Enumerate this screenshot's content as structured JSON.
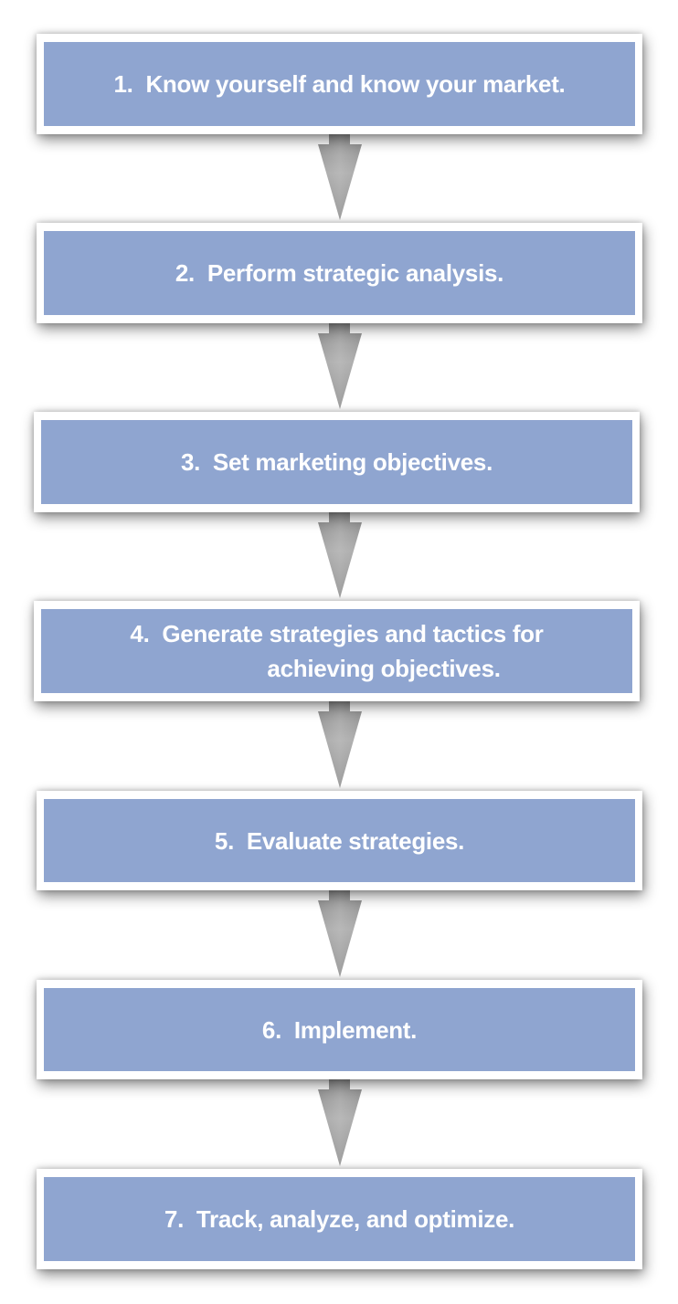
{
  "diagram": {
    "type": "vertical-flowchart",
    "colors": {
      "box_fill": "#8fa5d0",
      "box_border": "#ffffff",
      "text": "#ffffff",
      "arrow_dark": "#8a8a8a",
      "arrow_light": "#b4b4b4"
    },
    "steps": [
      {
        "label": "1.  Know yourself and know your market."
      },
      {
        "label": "2.  Perform strategic analysis."
      },
      {
        "label": "3.  Set marketing objectives."
      },
      {
        "label_line1": "4.  Generate strategies and tactics for",
        "label_line2": "achieving objectives."
      },
      {
        "label": "5.  Evaluate strategies."
      },
      {
        "label": "6.  Implement."
      },
      {
        "label": "7.  Track, analyze, and optimize."
      }
    ],
    "arrows": [
      {
        "from": 1,
        "to": 2
      },
      {
        "from": 2,
        "to": 3
      },
      {
        "from": 3,
        "to": 4
      },
      {
        "from": 4,
        "to": 5
      },
      {
        "from": 5,
        "to": 6
      },
      {
        "from": 6,
        "to": 7
      }
    ]
  }
}
